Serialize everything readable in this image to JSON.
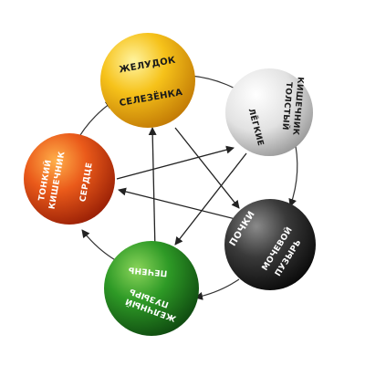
{
  "organs": {
    "earth": {
      "upper": "ЖЕЛУДОК",
      "lower": "СЕЛЕЗЁНКА"
    },
    "metal": {
      "upper_line1": "ТОЛСТЫЙ",
      "upper_line2": "КИШЕЧНИК",
      "lower": "ЛЁГКИЕ"
    },
    "water": {
      "upper": "ПОЧКИ",
      "lower_line1": "МОЧЕВОЙ",
      "lower_line2": "ПУЗЫРЬ"
    },
    "wood": {
      "upper": "ПЕЧЕНЬ",
      "lower_line1": "ЖЕЛЧНЫЙ",
      "lower_line2": "ПУЗЫРЬ"
    },
    "fire": {
      "upper_line1": "ТОНКИЙ",
      "upper_line2": "КИШЕЧНИК",
      "lower": "СЕРДЦЕ"
    }
  },
  "colors": {
    "earth": "#f2b10c",
    "metal": "#d8d8d8",
    "water": "#3a3a3a",
    "wood": "#2a8a22",
    "fire": "#e8501a",
    "arrow": "#222222"
  }
}
